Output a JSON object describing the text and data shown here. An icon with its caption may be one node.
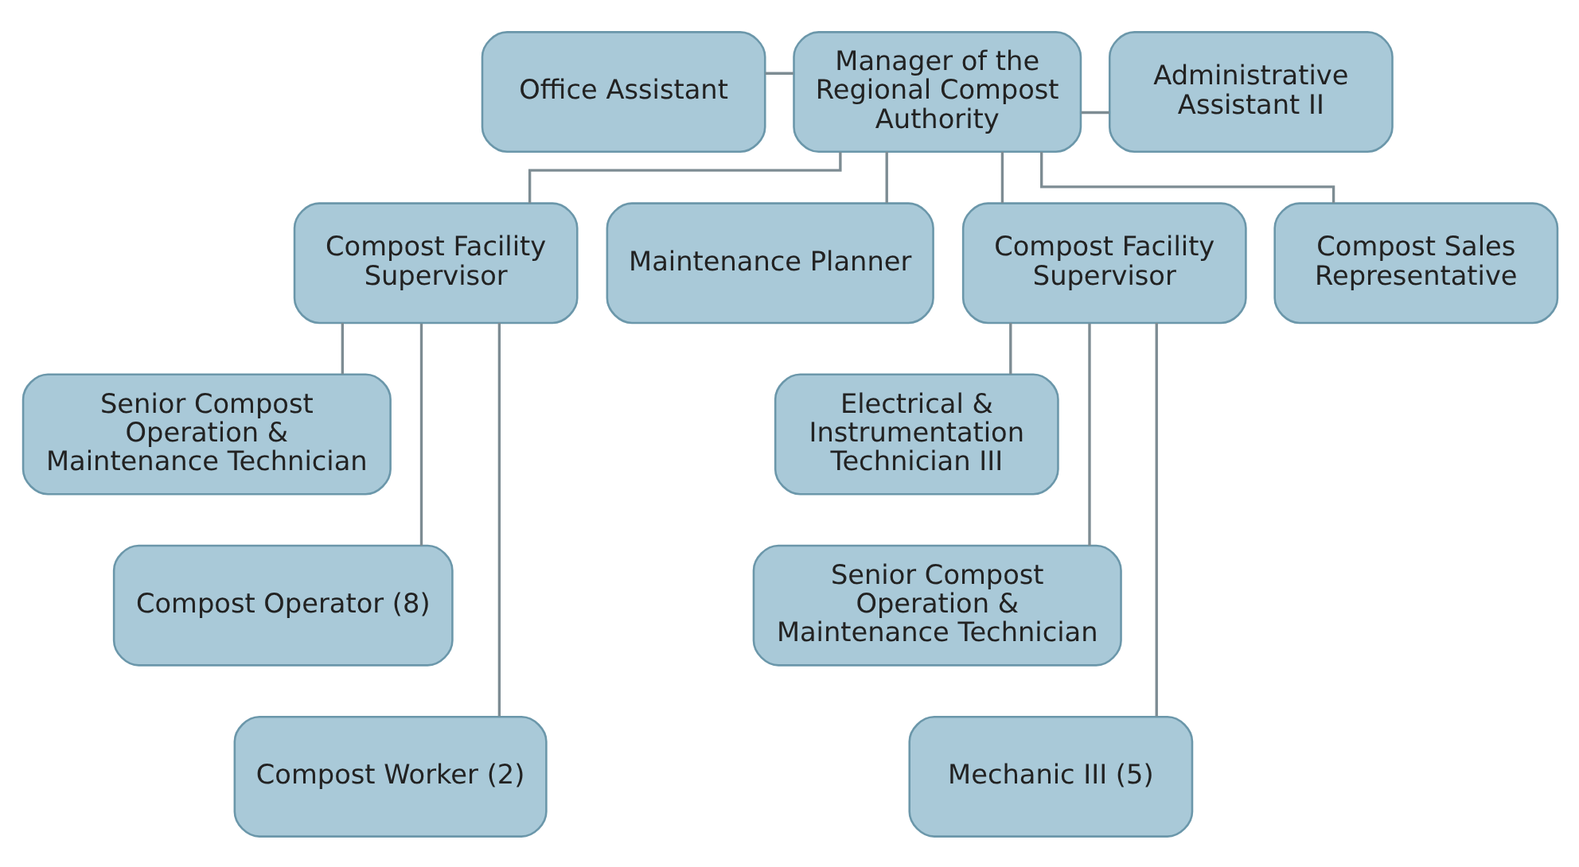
{
  "diagram": {
    "nodes": [
      {
        "text": [
          "Manager of the Regional Compost Authority"
        ]
      },
      {
        "text": [
          "Office Assistant"
        ]
      },
      {
        "text": [
          "Administrative Assistant II"
        ]
      },
      {
        "text": [
          "Compost Facility Supervisor"
        ]
      },
      {
        "text": [
          "Maintenance Planner"
        ]
      },
      {
        "text": [
          "Compost Facility Supervisor"
        ]
      },
      {
        "text": [
          "Compost Sales Representative"
        ]
      },
      {
        "text": [
          "Senior Compost Operation & Maintenance Technician"
        ]
      },
      {
        "text": [
          "Compost Operator (8)"
        ]
      },
      {
        "text": [
          "Compost Worker (2)"
        ]
      },
      {
        "text": [
          "Electrical & Instrumentation Technician III"
        ]
      },
      {
        "text": [
          "Senior Compost Operation & Maintenance Technician"
        ]
      },
      {
        "text": [
          "Mechanic III (5)"
        ]
      }
    ],
    "edges": [
      {
        "from": 0,
        "to": 1,
        "arrow": "none"
      },
      {
        "from": 0,
        "to": 2,
        "arrow": "none"
      },
      {
        "from": 0,
        "to": 3,
        "arrow": "none"
      },
      {
        "from": 0,
        "to": 4,
        "arrow": "none"
      },
      {
        "from": 0,
        "to": 5,
        "arrow": "none"
      },
      {
        "from": 0,
        "to": 6,
        "arrow": "none"
      },
      {
        "from": 3,
        "to": 7,
        "arrow": "none"
      },
      {
        "from": 3,
        "to": 8,
        "arrow": "none"
      },
      {
        "from": 3,
        "to": 9,
        "arrow": "none"
      },
      {
        "from": 5,
        "to": 10,
        "arrow": "none"
      },
      {
        "from": 5,
        "to": 11,
        "arrow": "none"
      },
      {
        "from": 5,
        "to": 12,
        "arrow": "none"
      }
    ]
  }
}
